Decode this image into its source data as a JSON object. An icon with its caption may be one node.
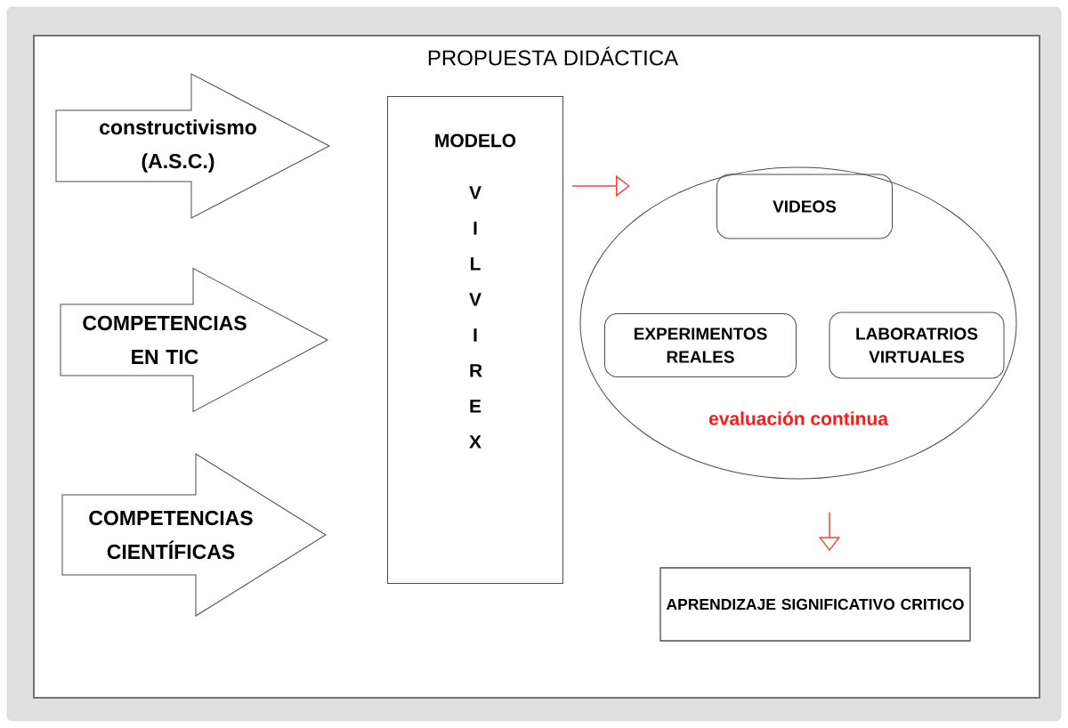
{
  "diagram": {
    "title": "PROPUESTA  DIDÁCTICA",
    "nodes": [
      {
        "text": [
          "constructivismo (A.S.C.)"
        ]
      },
      {
        "text": [
          "COMPETENCIAS EN TIC"
        ]
      },
      {
        "text": [
          "COMPETENCIAS CIENTÍFICAS"
        ]
      },
      {
        "text": [
          "MODELO",
          "V I L V I R E X"
        ]
      },
      {
        "text": [
          "evaluación continua"
        ]
      },
      {
        "text": [
          "VIDEOS"
        ],
        "in": 4
      },
      {
        "text": [
          "EXPERIMENTOS REALES"
        ],
        "in": 4
      },
      {
        "text": [
          "LABORATRIOS VIRTUALES"
        ],
        "in": 4
      },
      {
        "text": [
          "APRENDIZAJE SIGNIFICATIVO CRITICO"
        ]
      }
    ],
    "edges": [
      {
        "from": 3,
        "to": 4,
        "arrow": "to",
        "color": "#ff4040"
      },
      {
        "from": 4,
        "to": 8,
        "arrow": "to",
        "color": "#ff4040"
      }
    ]
  }
}
